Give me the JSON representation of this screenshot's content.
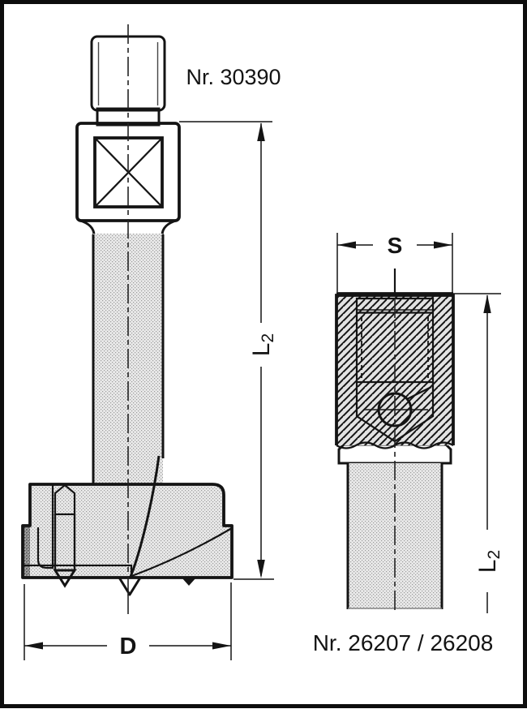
{
  "diagram": {
    "part_numbers": {
      "left": "Nr. 30390",
      "right": "Nr. 26207 / 26208"
    },
    "dimensions": {
      "diameter_label": "D",
      "shank_label": "S",
      "length_label_main": "L",
      "length_label_sub": "2"
    },
    "colors": {
      "line": "#141414",
      "paper": "#fdfdfd",
      "metal-light": "#e9e9e9",
      "metal-mid": "#9a9a9a",
      "metal-dark": "#ababab",
      "metal-dark-dot": "#3c3c3c"
    }
  }
}
